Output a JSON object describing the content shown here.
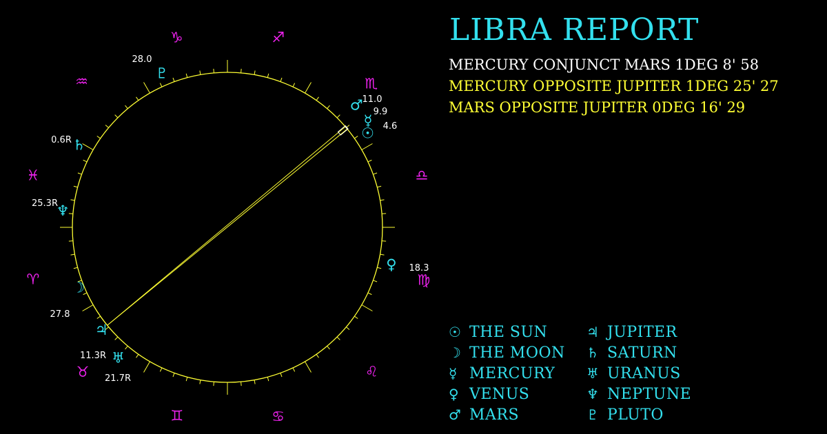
{
  "title": "LIBRA REPORT",
  "colors": {
    "background": "#000000",
    "wheel": "#ffff33",
    "planet": "#33e0ee",
    "sign": "#ee22ee",
    "aspect_white": "#ffffff",
    "aspect_yellow": "#ffff33",
    "label": "#ffffff"
  },
  "aspects": [
    {
      "text": "MERCURY CONJUNCT MARS 1DEG 8' 58",
      "color": "#ffffff"
    },
    {
      "text": "MERCURY OPPOSITE JUPITER 1DEG 25' 27",
      "color": "#ffff33"
    },
    {
      "text": "MARS OPPOSITE JUPITER 0DEG 16' 29",
      "color": "#ffff33"
    }
  ],
  "signs": [
    {
      "name": "capricorn",
      "glyph": "♑"
    },
    {
      "name": "sagittarius",
      "glyph": "♐"
    },
    {
      "name": "scorpio",
      "glyph": "♏"
    },
    {
      "name": "libra",
      "glyph": "♎"
    },
    {
      "name": "virgo",
      "glyph": "♍"
    },
    {
      "name": "leo",
      "glyph": "♌"
    },
    {
      "name": "cancer",
      "glyph": "♋"
    },
    {
      "name": "gemini",
      "glyph": "♊"
    },
    {
      "name": "taurus",
      "glyph": "♉"
    },
    {
      "name": "aries",
      "glyph": "♈"
    },
    {
      "name": "pisces",
      "glyph": "♓"
    },
    {
      "name": "aquarius",
      "glyph": "♒"
    }
  ],
  "planets": [
    {
      "name": "mars",
      "glyph": "♂",
      "degree": "11.0"
    },
    {
      "name": "mercury",
      "glyph": "☿",
      "degree": "9.9"
    },
    {
      "name": "sun",
      "glyph": "☉",
      "degree": "4.6"
    },
    {
      "name": "venus",
      "glyph": "♀",
      "degree": "18.3"
    },
    {
      "name": "uranus",
      "glyph": "♅",
      "degree": "21.7R"
    },
    {
      "name": "jupiter",
      "glyph": "♃",
      "degree": "11.3R"
    },
    {
      "name": "moon",
      "glyph": "☽",
      "degree": "27.8"
    },
    {
      "name": "neptune",
      "glyph": "♆",
      "degree": "25.3R"
    },
    {
      "name": "saturn",
      "glyph": "♄",
      "degree": "0.6R"
    },
    {
      "name": "pluto",
      "glyph": "♇",
      "degree": "28.0"
    }
  ],
  "legend": [
    {
      "glyph": "☉",
      "name": "THE SUN"
    },
    {
      "glyph": "☽",
      "name": "THE MOON"
    },
    {
      "glyph": "☿",
      "name": "MERCURY"
    },
    {
      "glyph": "♀",
      "name": "VENUS"
    },
    {
      "glyph": "♂",
      "name": "MARS"
    },
    {
      "glyph": "♃",
      "name": "JUPITER"
    },
    {
      "glyph": "♄",
      "name": "SATURN"
    },
    {
      "glyph": "♅",
      "name": "URANUS"
    },
    {
      "glyph": "♆",
      "name": "NEPTUNE"
    },
    {
      "glyph": "♇",
      "name": "PLUTO"
    }
  ]
}
